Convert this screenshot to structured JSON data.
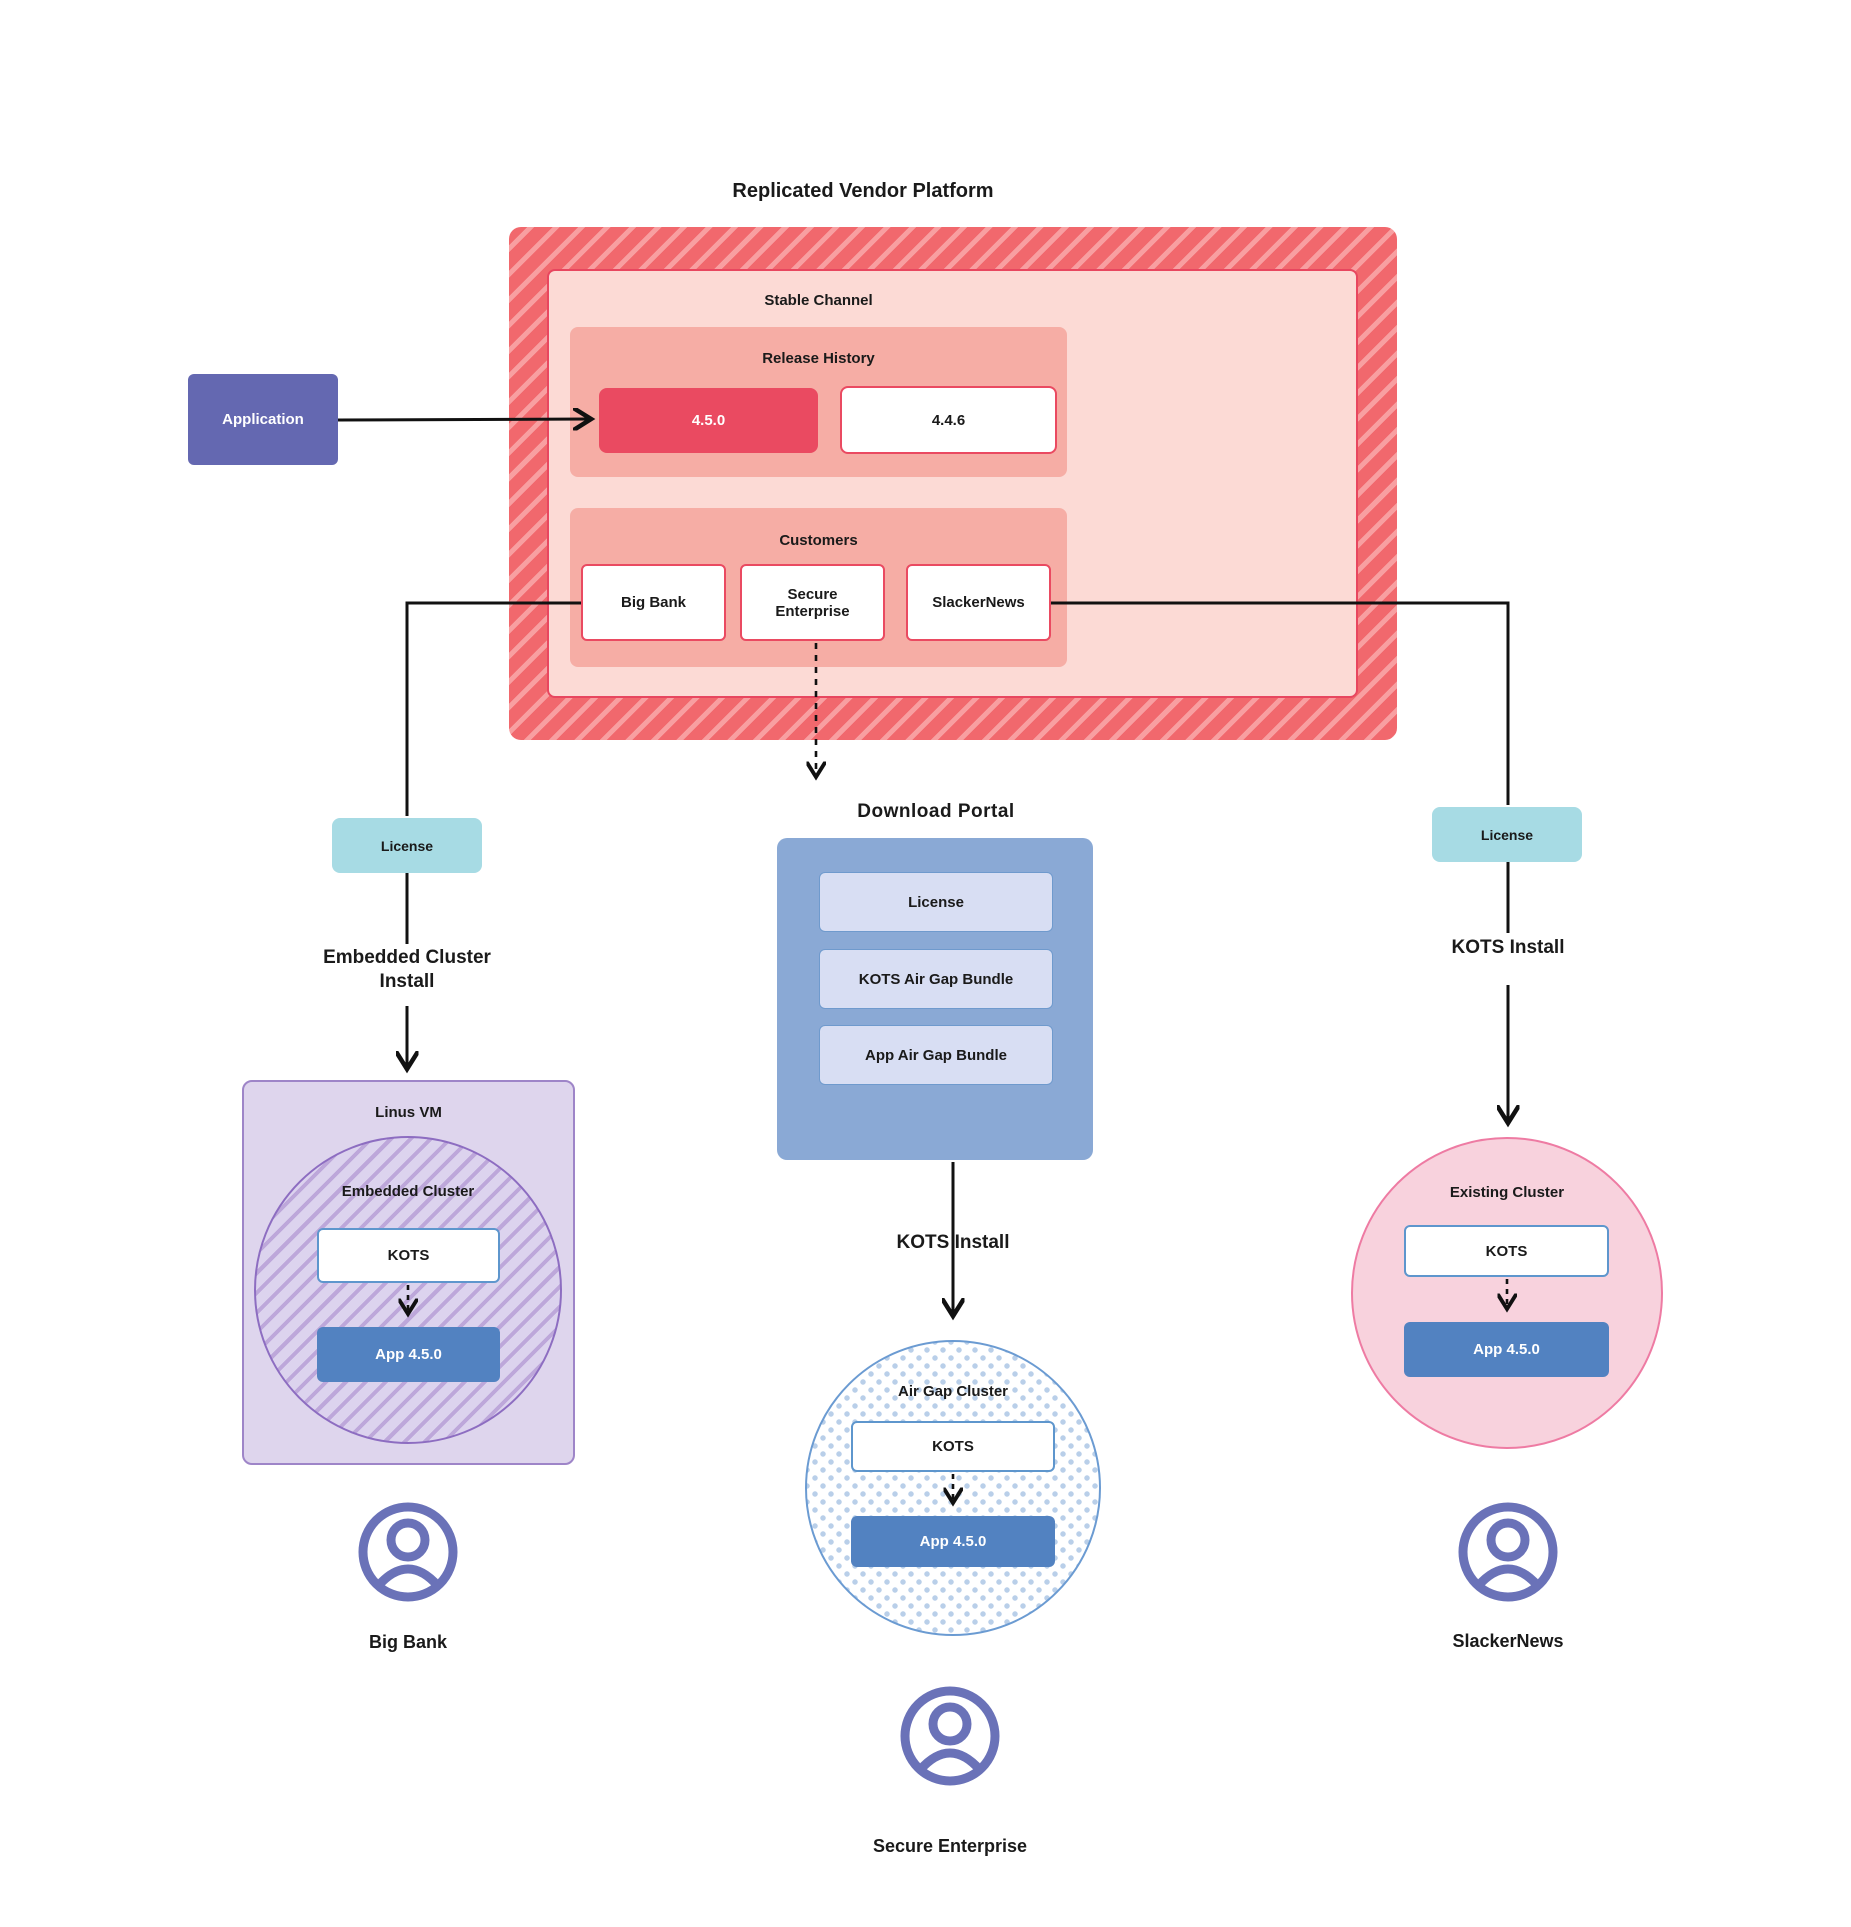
{
  "title": "Replicated Vendor Platform",
  "application": {
    "label": "Application"
  },
  "platform": {
    "stable_channel_label": "Stable Channel",
    "release_history_label": "Release History",
    "releases": [
      {
        "version": "4.5.0"
      },
      {
        "version": "4.4.6"
      }
    ],
    "customers_label": "Customers",
    "customers": [
      "Big Bank",
      "Secure Enterprise",
      "SlackerNews"
    ]
  },
  "left_flow": {
    "license_label": "License",
    "install_label": "Embedded Cluster Install",
    "vm_label": "Linus VM",
    "cluster_label": "Embedded Cluster",
    "kots_label": "KOTS",
    "app_label": "App 4.5.0",
    "persona_label": "Big Bank"
  },
  "center_flow": {
    "portal_label": "Download Portal",
    "portal_items": [
      "License",
      "KOTS Air Gap Bundle",
      "App Air Gap Bundle"
    ],
    "install_label": "KOTS Install",
    "cluster_label": "Air Gap Cluster",
    "kots_label": "KOTS",
    "app_label": "App 4.5.0",
    "persona_label": "Secure Enterprise"
  },
  "right_flow": {
    "license_label": "License",
    "install_label": "KOTS Install",
    "cluster_label": "Existing Cluster",
    "kots_label": "KOTS",
    "app_label": "App 4.5.0",
    "persona_label": "SlackerNews"
  },
  "colors": {
    "hatch_red": "#f1686d",
    "hatch_red_stripe": "#f89fa1",
    "stable_pink": "#fcdad5",
    "group_pink": "#f6ada5",
    "release_red": "#ea4a61",
    "application_indigo": "#6468b1",
    "license_teal": "#a7dbe4",
    "portal_blue": "#8aa9d5",
    "portal_item_blue": "#d8def3",
    "app_deploy_blue": "#5282c1",
    "kots_border_blue": "#5e96cd",
    "vm_purple": "#ded5ed",
    "embedded_purple_stripe": "#bda7da",
    "existing_pink": "#f8d2dd",
    "airgap_dot_blue": "#b9cfe9",
    "person_indigo": "#6a72b8"
  }
}
